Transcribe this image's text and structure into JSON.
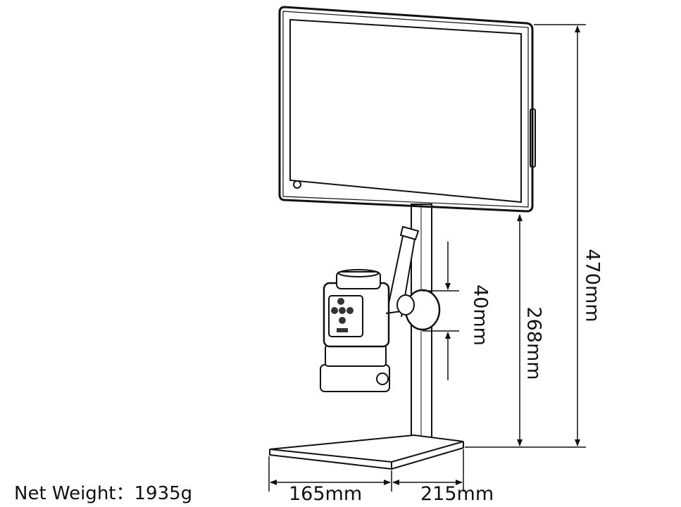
{
  "net_weight": "Net Weight：1935g",
  "dimensions": {
    "base_depth": "165mm",
    "base_width": "215mm",
    "focus_travel": "40mm",
    "pole_height": "268mm",
    "total_height": "470mm"
  },
  "colors": {
    "line": "#111111",
    "fill": "#ffffff",
    "dark": "#333333"
  }
}
